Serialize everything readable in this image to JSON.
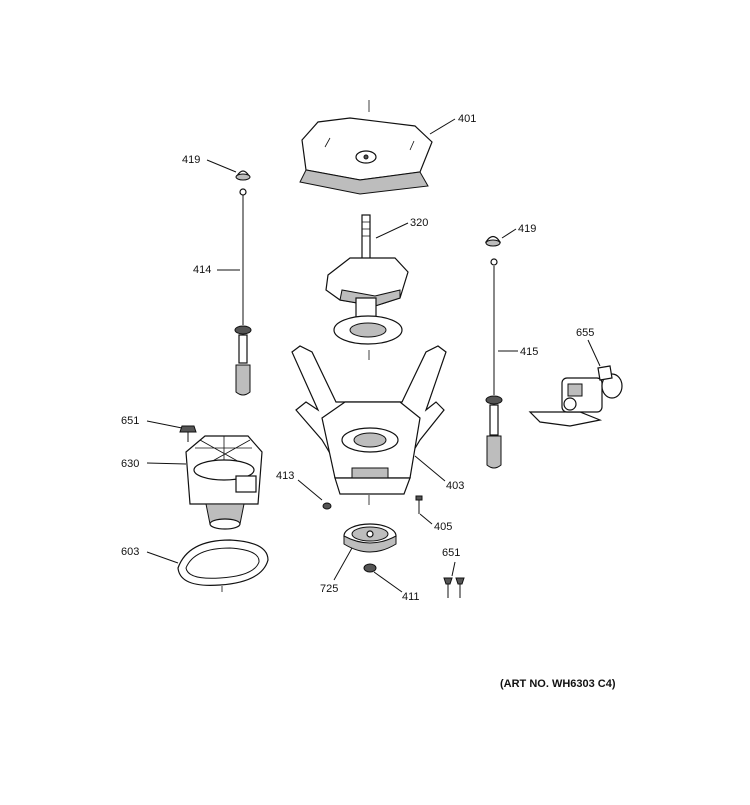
{
  "callouts": {
    "c401": "401",
    "c419a": "419",
    "c320": "320",
    "c419b": "419",
    "c414": "414",
    "c415": "415",
    "c655": "655",
    "c651a": "651",
    "c630": "630",
    "c413": "413",
    "c403": "403",
    "c405": "405",
    "c603": "603",
    "c651b": "651",
    "c725": "725",
    "c411": "411"
  },
  "art_number": "(ART NO. WH6303 C4)"
}
